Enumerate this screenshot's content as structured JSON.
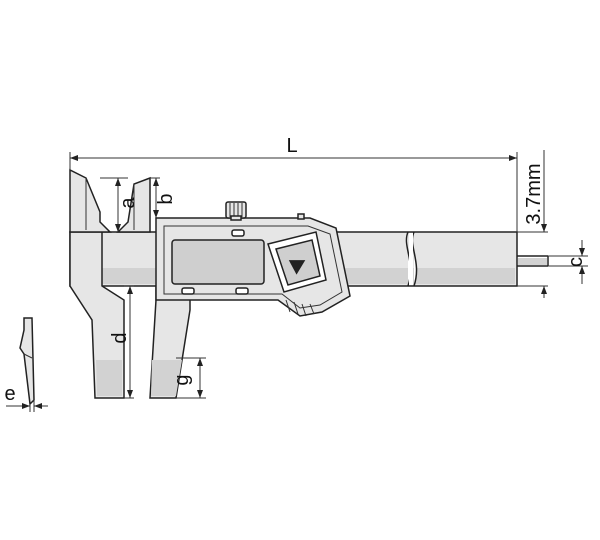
{
  "labels": {
    "L": "L",
    "a": "a",
    "b": "b",
    "c": "c",
    "d": "d",
    "e": "e",
    "g": "g",
    "thickness": "3.7mm"
  },
  "icons": {
    "display_button": "triangle-play-icon",
    "thumb_roller": "knurled-wheel-icon"
  },
  "colors": {
    "line": "#222222",
    "body_fill": "#e6e6e6",
    "screen_fill": "#cfcfcf"
  }
}
